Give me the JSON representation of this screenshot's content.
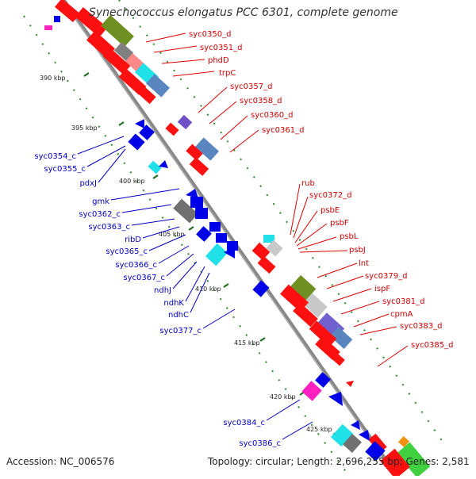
{
  "title": "Synechococcus elongatus PCC 6301, complete genome",
  "footer": {
    "accession": "Accession: NC_006576",
    "summary": "Topology: circular; Length: 2,696,255 bp; Genes: 2,581"
  },
  "colors": {
    "forward_label": "#d40000",
    "reverse_label": "#0000c8",
    "backbone": "#888888",
    "tick": "#2a8a2a"
  },
  "scale_ticks": [
    "390 kbp",
    "395 kbp",
    "400 kbp",
    "405 kbp",
    "410 kbp",
    "415 kbp",
    "420 kbp",
    "425 kbp"
  ],
  "forward_genes": [
    "syc0350_d",
    "syc0351_d",
    "phdD",
    "trpC",
    "syc0357_d",
    "syc0358_d",
    "syc0360_d",
    "syc0361_d",
    "rub",
    "syc0372_d",
    "psbE",
    "psbF",
    "psbL",
    "psbJ",
    "lnt",
    "syc0379_d",
    "ispF",
    "syc0381_d",
    "cpmA",
    "syc0383_d",
    "syc0385_d"
  ],
  "reverse_genes": [
    "syc0354_c",
    "syc0355_c",
    "pdxJ",
    "gmk",
    "syc0362_c",
    "syc0363_c",
    "ribD",
    "syc0365_c",
    "syc0366_c",
    "syc0367_c",
    "ndhJ",
    "ndhK",
    "ndhC",
    "syc0377_c",
    "syc0384_c",
    "syc0386_c"
  ]
}
